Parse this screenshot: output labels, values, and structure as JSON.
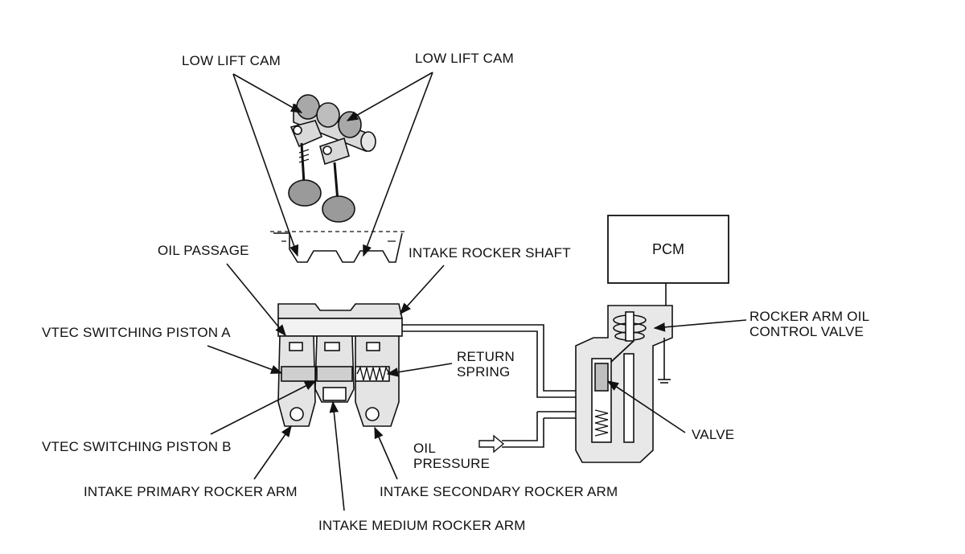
{
  "labels": {
    "low_lift_cam_left": "LOW LIFT CAM",
    "low_lift_cam_right": "LOW LIFT CAM",
    "oil_passage": "OIL PASSAGE",
    "intake_rocker_shaft": "INTAKE ROCKER SHAFT",
    "pcm": "PCM",
    "rocker_arm_oil_control_valve_line1": "ROCKER ARM OIL",
    "rocker_arm_oil_control_valve_line2": "CONTROL VALVE",
    "vtec_switching_piston_a": "VTEC SWITCHING PISTON A",
    "return_spring_line1": "RETURN",
    "return_spring_line2": "SPRING",
    "vtec_switching_piston_b": "VTEC SWITCHING PISTON B",
    "valve": "VALVE",
    "oil_pressure_line1": "OIL",
    "oil_pressure_line2": "PRESSURE",
    "intake_primary_rocker_arm": "INTAKE PRIMARY ROCKER ARM",
    "intake_secondary_rocker_arm": "INTAKE SECONDARY ROCKER ARM",
    "intake_medium_rocker_arm": "INTAKE MEDIUM ROCKER ARM"
  },
  "colors": {
    "line": "#111111",
    "component_fill": "#d9d9d9",
    "cam_lobe_fill": "#a8a8a8",
    "valve_head_fill": "#9a9a9a"
  }
}
